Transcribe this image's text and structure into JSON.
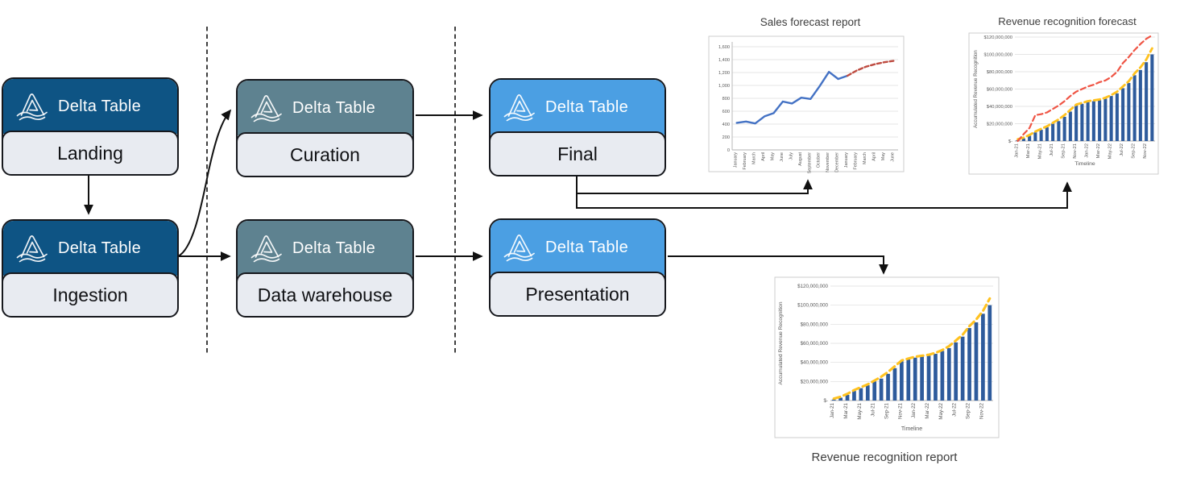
{
  "diagram": {
    "nodes": [
      {
        "id": "landing",
        "title": "Delta Table",
        "label": "Landing",
        "icon": "delta-lake-icon",
        "color": "#0E5484"
      },
      {
        "id": "ingestion",
        "title": "Delta Table",
        "label": "Ingestion",
        "icon": "delta-lake-icon",
        "color": "#0E5484"
      },
      {
        "id": "curation",
        "title": "Delta Table",
        "label": "Curation",
        "icon": "delta-lake-icon",
        "color": "#5E8290"
      },
      {
        "id": "data-warehouse",
        "title": "Delta Table",
        "label": "Data warehouse",
        "icon": "delta-lake-icon",
        "color": "#5E8290"
      },
      {
        "id": "final",
        "title": "Delta Table",
        "label": "Final",
        "icon": "delta-lake-icon",
        "color": "#4B9FE3"
      },
      {
        "id": "presentation",
        "title": "Delta Table",
        "label": "Presentation",
        "icon": "delta-lake-icon",
        "color": "#4B9FE3"
      }
    ],
    "colors": {
      "label_bg": "#E8EBF1",
      "node_border": "#16181d",
      "connector": "#111111"
    }
  },
  "chart_data": [
    {
      "id": "sales-forecast",
      "type": "line",
      "title": "Sales forecast report",
      "categories": [
        "January",
        "February",
        "March",
        "April",
        "May",
        "June",
        "July",
        "August",
        "September",
        "October",
        "November",
        "December",
        "January",
        "February",
        "March",
        "April",
        "May",
        "June"
      ],
      "ylim": [
        0,
        1600
      ],
      "ytick_labels": [
        "0",
        "200",
        "400",
        "600",
        "800",
        "1,000",
        "1,200",
        "1,400",
        "1,600"
      ],
      "grid": true,
      "legend": "none",
      "series": [
        {
          "name": "Actual sales",
          "color": "#4472C4",
          "style": "solid",
          "values": [
            420,
            440,
            410,
            520,
            570,
            750,
            720,
            810,
            790,
            990,
            1210,
            1100,
            1150,
            null,
            null,
            null,
            null,
            null
          ]
        },
        {
          "name": "Forecast",
          "color": "#BE4B40",
          "style": "dashed",
          "values": [
            null,
            null,
            null,
            null,
            null,
            null,
            null,
            null,
            null,
            null,
            null,
            null,
            1150,
            1230,
            1290,
            1330,
            1360,
            1380
          ]
        }
      ]
    },
    {
      "id": "revenue-recognition-forecast",
      "type": "combo",
      "title": "Revenue recognition forecast",
      "xlabel": "Timeline",
      "ylabel": "Accumulated Revenue Recognition",
      "categories": [
        "Jan-21",
        "Feb-21",
        "Mar-21",
        "Apr-21",
        "May-21",
        "Jun-21",
        "Jul-21",
        "Aug-21",
        "Sep-21",
        "Oct-21",
        "Nov-21",
        "Dec-21",
        "Jan-22",
        "Feb-22",
        "Mar-22",
        "Apr-22",
        "May-22",
        "Jun-22",
        "Jul-22",
        "Aug-22",
        "Sep-22",
        "Oct-22",
        "Nov-22",
        "Dec-22"
      ],
      "values_unit": "millions_usd",
      "ylim": [
        0,
        120
      ],
      "ytick_labels": [
        "$-",
        "$20,000,000",
        "$40,000,000",
        "$60,000,000",
        "$80,000,000",
        "$100,000,000",
        "$120,000,000"
      ],
      "grid": true,
      "legend": "none",
      "bars": {
        "name": "Accumulated revenue recognition",
        "color": "#2E5B9C",
        "values": [
          1,
          3,
          6,
          10,
          13,
          16,
          20,
          23,
          28,
          34,
          41,
          43,
          45,
          46,
          47,
          49,
          52,
          55,
          61,
          67,
          76,
          82,
          91,
          100
        ]
      },
      "series": [
        {
          "name": "Recognition trend",
          "color": "#FFC220",
          "style": "dashed",
          "values": [
            2,
            4,
            7,
            11,
            14,
            17,
            21,
            25,
            30,
            36,
            42,
            44,
            46,
            47,
            48,
            50,
            53,
            57,
            63,
            69,
            78,
            85,
            94,
            107
          ]
        },
        {
          "name": "Forecast",
          "color": "#EF5444",
          "style": "dashed",
          "values": [
            0,
            8,
            15,
            30,
            31,
            33,
            37,
            41,
            46,
            52,
            57,
            60,
            63,
            65,
            68,
            70,
            74,
            80,
            90,
            97,
            105,
            112,
            118,
            122
          ]
        }
      ]
    },
    {
      "id": "revenue-recognition-report",
      "type": "combo",
      "title": "Revenue recognition report",
      "title_position": "bottom",
      "xlabel": "Timeline",
      "ylabel": "Accumulated Revenue Recognition",
      "categories": [
        "Jan-21",
        "Feb-21",
        "Mar-21",
        "Apr-21",
        "May-21",
        "Jun-21",
        "Jul-21",
        "Aug-21",
        "Sep-21",
        "Oct-21",
        "Nov-21",
        "Dec-21",
        "Jan-22",
        "Feb-22",
        "Mar-22",
        "Apr-22",
        "May-22",
        "Jun-22",
        "Jul-22",
        "Aug-22",
        "Sep-22",
        "Oct-22",
        "Nov-22",
        "Dec-22"
      ],
      "values_unit": "millions_usd",
      "ylim": [
        0,
        120
      ],
      "ytick_labels": [
        "$-",
        "$20,000,000",
        "$40,000,000",
        "$60,000,000",
        "$80,000,000",
        "$100,000,000",
        "$120,000,000"
      ],
      "grid": true,
      "legend": "none",
      "bars": {
        "name": "Accumulated revenue recognition",
        "color": "#2E5B9C",
        "values": [
          1,
          3,
          6,
          10,
          13,
          16,
          20,
          23,
          28,
          34,
          41,
          43,
          45,
          46,
          47,
          49,
          52,
          55,
          61,
          67,
          76,
          82,
          91,
          100
        ]
      },
      "series": [
        {
          "name": "Recognition trend",
          "color": "#FFC220",
          "style": "dashed",
          "values": [
            2,
            4,
            7,
            11,
            14,
            17,
            21,
            25,
            30,
            36,
            42,
            44,
            46,
            47,
            48,
            50,
            53,
            57,
            63,
            69,
            78,
            85,
            94,
            107
          ]
        }
      ]
    }
  ]
}
